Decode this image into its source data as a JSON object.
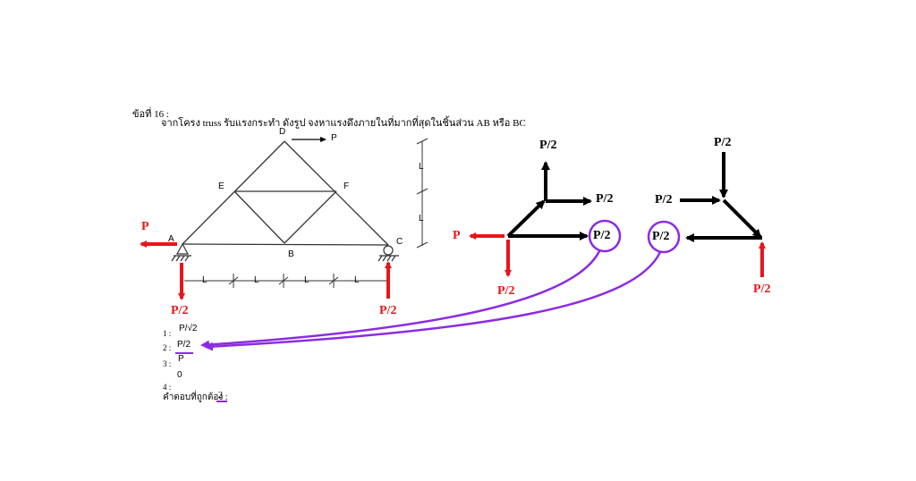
{
  "question": {
    "number": "ข้อที่ 16 :",
    "text": "จากโครง truss รับแรงกระทำ ดังรูป จงหาแรงดึงภายในที่มากที่สุดในชิ้นส่วน AB หรือ BC"
  },
  "truss": {
    "nodes": {
      "A": "A",
      "B": "B",
      "C": "C",
      "D": "D",
      "E": "E",
      "F": "F"
    },
    "load_label": "P",
    "dimension_label": "L"
  },
  "reactions": {
    "left_horizontal": "P",
    "left_vertical": "P/2",
    "right_vertical": "P/2"
  },
  "fbd_left": {
    "top_label": "P/2",
    "right_upper_label": "P/2",
    "left_label": "P",
    "circled_label": "P/2",
    "bottom_label": "P/2"
  },
  "fbd_right": {
    "top_label": "P/2",
    "left_label": "P/2",
    "circled_label": "P/2",
    "bottom_label": "P/2"
  },
  "choices": [
    {
      "n": "1 :",
      "value": "P/√2"
    },
    {
      "n": "2 :",
      "value": "P/2"
    },
    {
      "n": "3 :",
      "value": "P"
    },
    {
      "n": "4 :",
      "value": "0"
    }
  ],
  "answer": {
    "label": "คำตอบที่ถูกต้อง :",
    "value": "2"
  },
  "colors": {
    "red": "#e8151b",
    "purple": "#8c2be2",
    "black": "#000000"
  }
}
